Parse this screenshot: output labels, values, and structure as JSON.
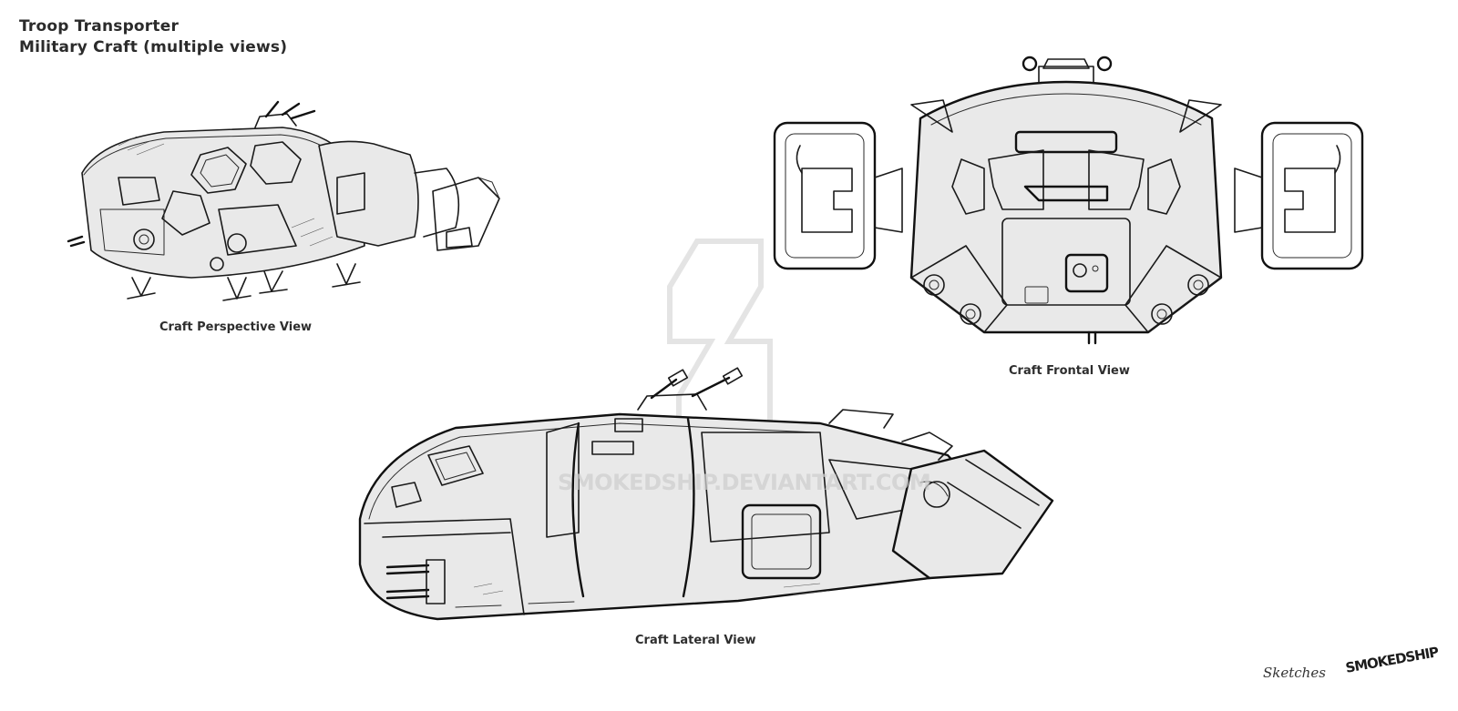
{
  "header": {
    "title": "Troop Transporter",
    "subtitle": "Military Craft (multiple views)"
  },
  "views": {
    "perspective_caption": "Craft Perspective View",
    "frontal_caption": "Craft Frontal View",
    "lateral_caption": "Craft Lateral View"
  },
  "watermark": {
    "text": "SMOKEDSHIP.DEVIANTART.COM"
  },
  "footer": {
    "tag": "Sketches",
    "logo": "SMOKEDSHIP"
  }
}
